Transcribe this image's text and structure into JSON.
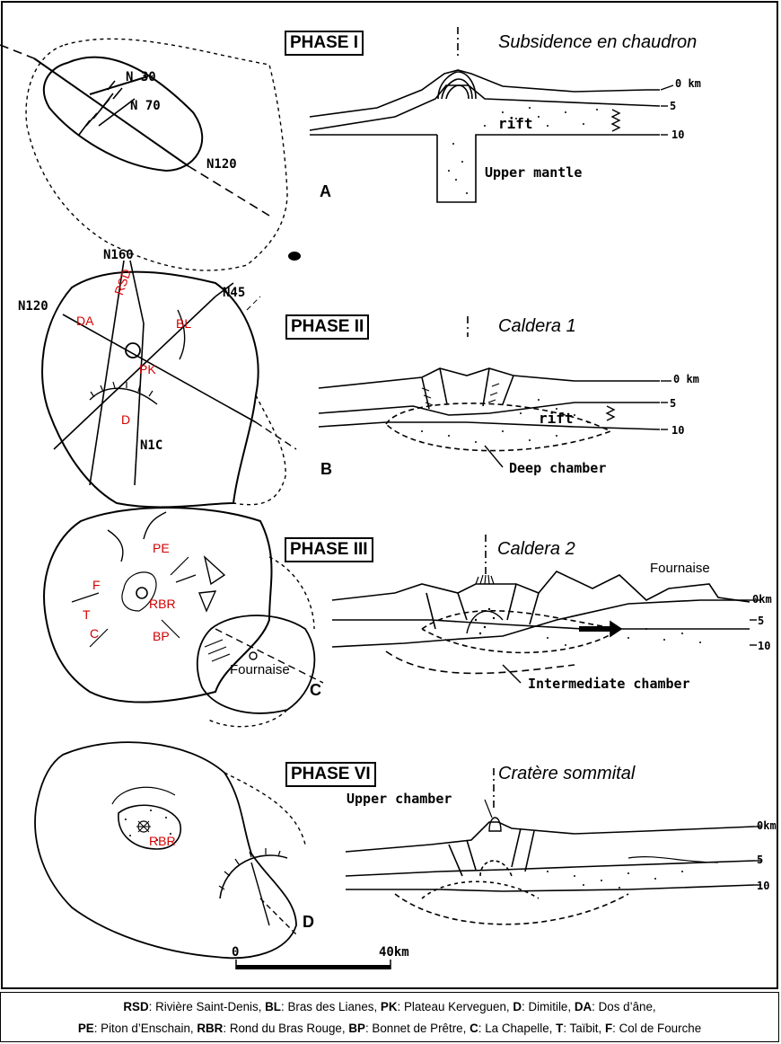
{
  "phases": [
    {
      "box": "PHASE I",
      "subtitle": "Subsidence en chaudron",
      "letter": "A"
    },
    {
      "box": "PHASE II",
      "subtitle": "Caldera 1",
      "letter": "B"
    },
    {
      "box": "PHASE III",
      "subtitle": "Caldera 2",
      "letter": "C"
    },
    {
      "box": "PHASE VI",
      "subtitle": "Cratère sommital",
      "letter": "D"
    }
  ],
  "map_labels": {
    "a": [
      "N 30",
      "N 70",
      "N120"
    ],
    "b": [
      "N160",
      "N45",
      "N120",
      "N1C"
    ],
    "c_fournaise": "Fournaise"
  },
  "red_labels": {
    "b": [
      "DA",
      "RSD",
      "BL",
      "PK",
      "D"
    ],
    "c": [
      "PE",
      "F",
      "RBR",
      "T",
      "C",
      "BP"
    ],
    "d": [
      "RBR"
    ]
  },
  "section_labels": {
    "a": {
      "rift": "rift",
      "mantle": "Upper mantle"
    },
    "b": {
      "rift": "rift",
      "chamber": "Deep chamber"
    },
    "c": {
      "fournaise": "Fournaise",
      "chamber": "Intermediate chamber"
    },
    "d": {
      "chamber": "Upper chamber"
    }
  },
  "depth_ticks": {
    "zero": "0 km",
    "five": "5",
    "ten": "10",
    "zero_alt": "0km"
  },
  "scale": {
    "start": "0",
    "end": "40km"
  },
  "legend": {
    "line1": [
      {
        "abbr": "RSD",
        "name": "Rivière Saint-Denis, "
      },
      {
        "abbr": "BL",
        "name": "Bras des Lianes, "
      },
      {
        "abbr": "PK",
        "name": "Plateau Kerveguen, "
      },
      {
        "abbr": "D",
        "name": "Dimitile, "
      },
      {
        "abbr": "DA",
        "name": "Dos d’âne,"
      }
    ],
    "line2": [
      {
        "abbr": "PE",
        "name": "Piton d’Enschain, "
      },
      {
        "abbr": "RBR",
        "name": "Rond du Bras Rouge, "
      },
      {
        "abbr": "BP",
        "name": "Bonnet de Prêtre, "
      },
      {
        "abbr": "C",
        "name": "La Chapelle, "
      },
      {
        "abbr": "T",
        "name": "Taïbit, "
      },
      {
        "abbr": "F",
        "name": "Col de Fourche"
      }
    ]
  },
  "colors": {
    "ink": "#000000",
    "red_labels": "#d40000",
    "background": "#ffffff"
  }
}
